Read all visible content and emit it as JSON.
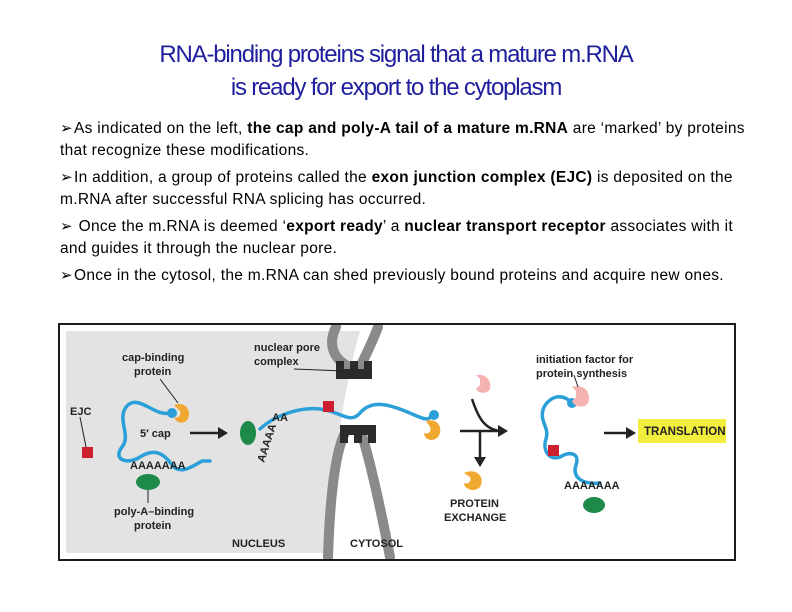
{
  "title": {
    "line1": "RNA-binding proteins signal that a mature m.RNA",
    "line2": "is ready for export to the  cytoplasm"
  },
  "bullets": [
    {
      "parts": [
        {
          "text": "As indicated on the left, ",
          "bold": false
        },
        {
          "text": "the cap and poly-A tail of a mature m.RNA",
          "bold": true
        },
        {
          "text": " are ‘marked’ by proteins that recognize these modifications.",
          "bold": false
        }
      ]
    },
    {
      "parts": [
        {
          "text": "In addition, a group of proteins called the ",
          "bold": false
        },
        {
          "text": "exon junction complex (EJC)",
          "bold": true
        },
        {
          "text": " is deposited on the m.RNA after successful RNA splicing has occurred.",
          "bold": false
        }
      ]
    },
    {
      "parts": [
        {
          "text": " Once the m.RNA is deemed ‘",
          "bold": false
        },
        {
          "text": "export ready",
          "bold": true
        },
        {
          "text": "’ a ",
          "bold": false
        },
        {
          "text": "nuclear transport receptor",
          "bold": true
        },
        {
          "text": " associates with it and guides it through the nuclear pore.",
          "bold": false
        }
      ]
    },
    {
      "parts": [
        {
          "text": "Once in the cytosol, the m.RNA can shed previously bound proteins and acquire new ones.",
          "bold": false
        }
      ]
    }
  ],
  "figure": {
    "labels": {
      "cap_binding_1": "cap-binding",
      "cap_binding_2": "protein",
      "nuclear_pore_1": "nuclear pore",
      "nuclear_pore_2": "complex",
      "ejc": "EJC",
      "five_cap": "5′ cap",
      "polya_tail": "AAAAAAA",
      "polya_binding_1": "poly-A–binding",
      "polya_binding_2": "protein",
      "nucleus": "NUCLEUS",
      "cytosol": "CYTOSOL",
      "aaaa_curve": "AAAAA",
      "aa_small": "AA",
      "initiation_1": "initiation factor for",
      "initiation_2": "protein synthesis",
      "protein_exchange_1": "PROTEIN",
      "protein_exchange_2": "EXCHANGE",
      "translation": "TRANSLATION",
      "polya_right": "AAAAAAA"
    },
    "colors": {
      "mrna": "#2a9fd8",
      "cap_protein": "#f0a830",
      "ejc": "#cc1f2f",
      "polya_protein": "#1e8a4a",
      "init_factor": "#f4b3b0",
      "nucleus_bg": "#e3e3e3",
      "pore_gray": "#8a8a8a",
      "pore_black": "#2b2b2b",
      "translation_box": "#f2ee3e",
      "title_blue": "#1f1f9e"
    }
  }
}
